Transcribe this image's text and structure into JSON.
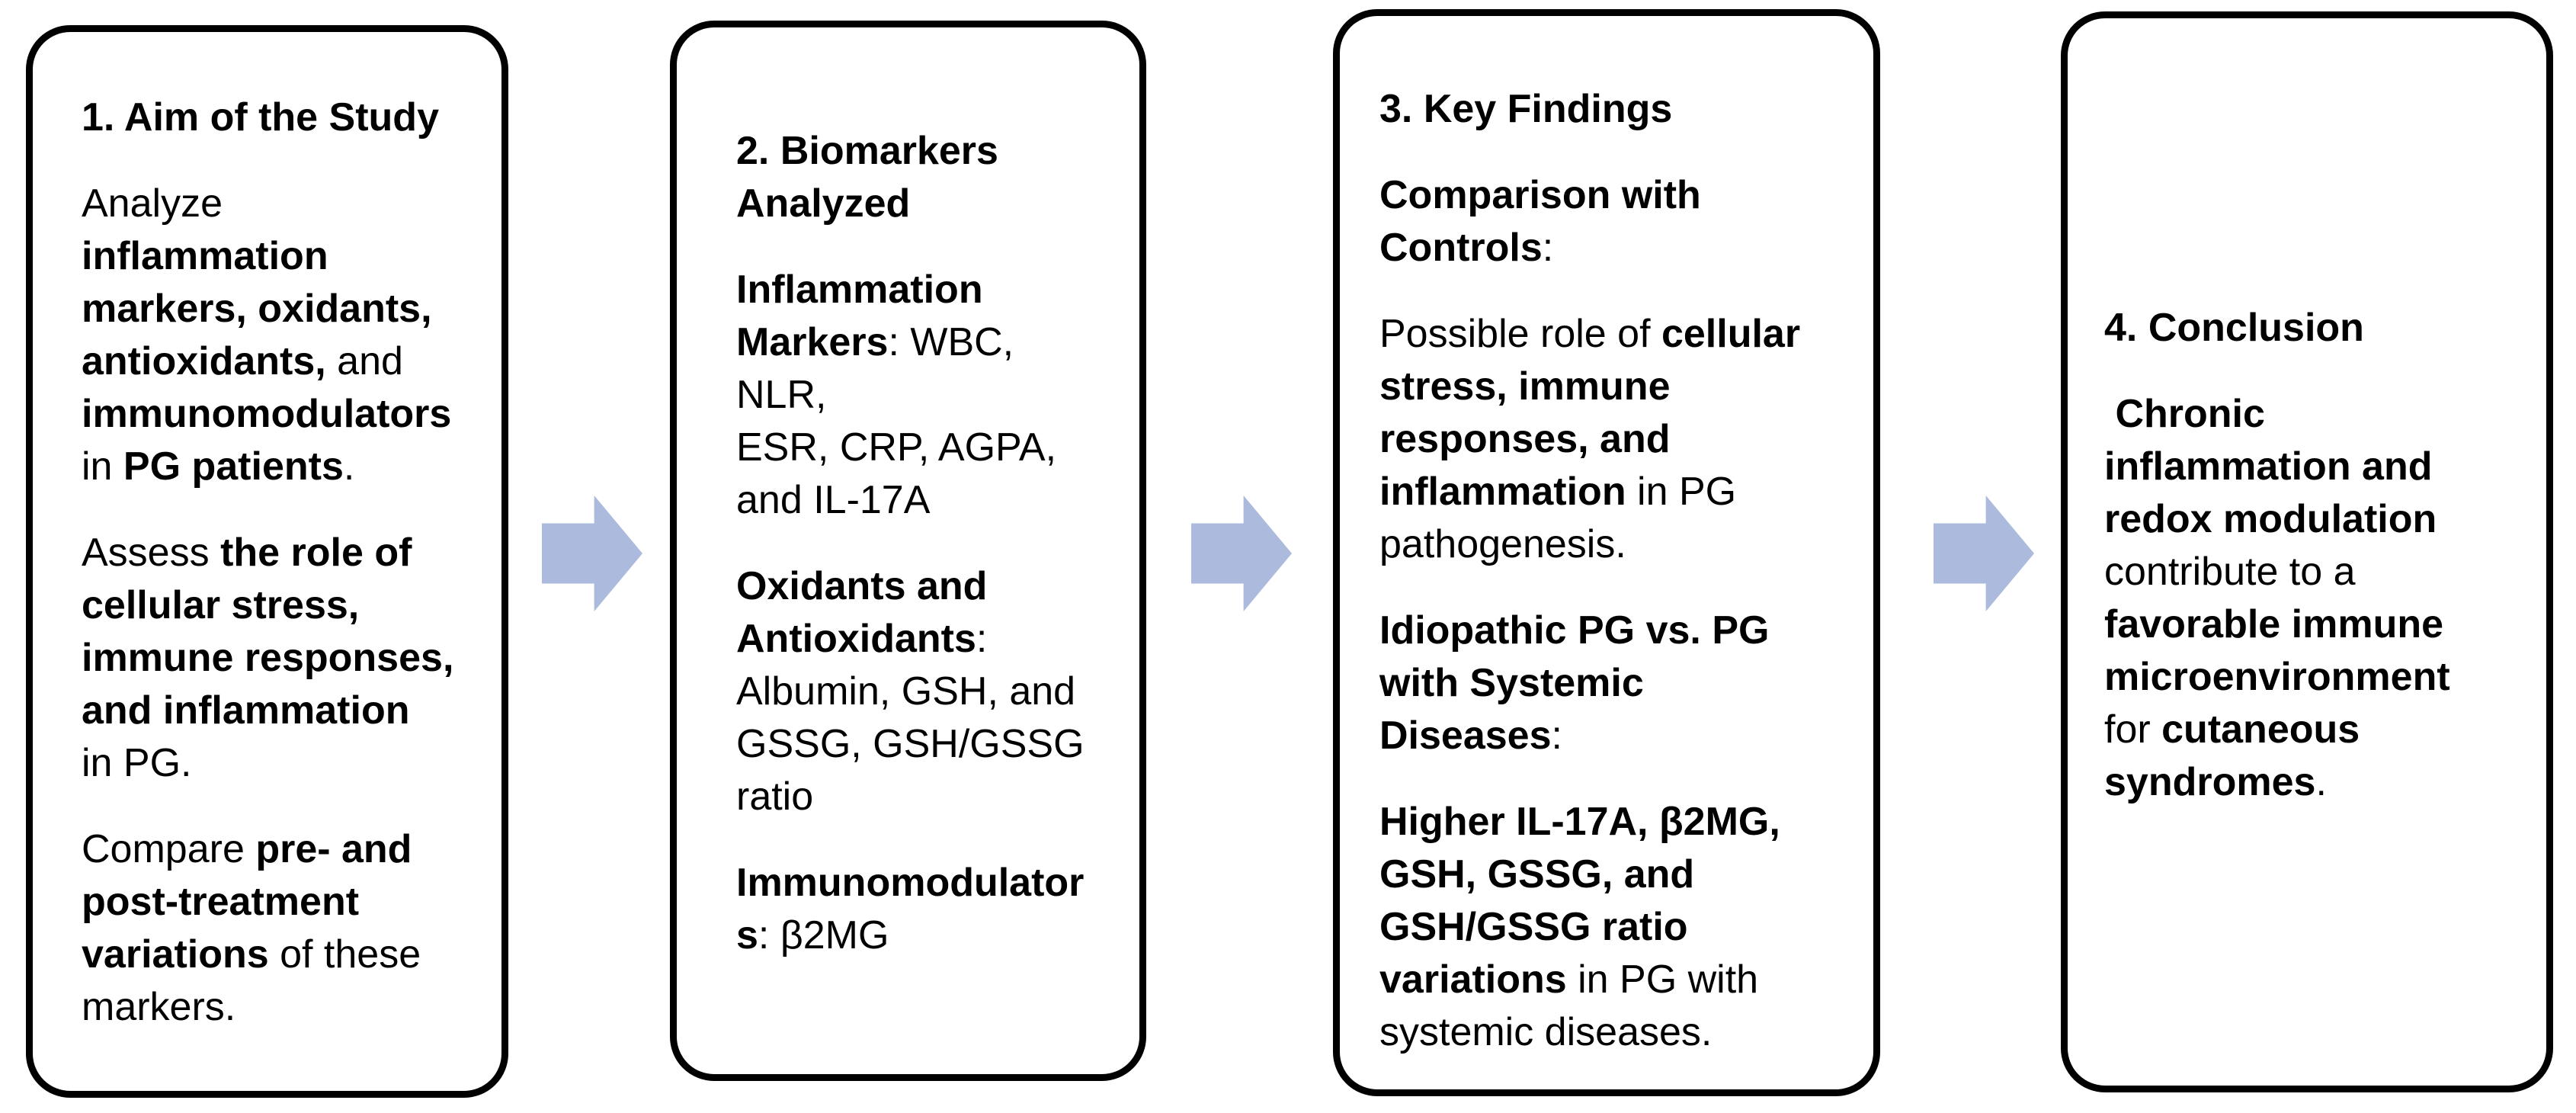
{
  "figure": {
    "description_label": "four-step study flow diagram"
  },
  "palette": {
    "arrow_fill": "#ACBBDD",
    "border": "#000000",
    "text": "#000000",
    "background": "#FFFFFF"
  },
  "arrows": [
    {
      "label": "flow-arrow-1"
    },
    {
      "label": "flow-arrow-2"
    },
    {
      "label": "flow-arrow-3"
    }
  ],
  "boxes": [
    {
      "title": "1. Aim of the Study",
      "paragraphs": [
        [
          {
            "t": "Analyze\n",
            "b": false
          },
          {
            "t": "inflammation\nmarkers, oxidants,\nantioxidants,",
            "b": true
          },
          {
            "t": " and\n",
            "b": false
          },
          {
            "t": "immunomodulators",
            "b": true
          },
          {
            "t": "\nin ",
            "b": false
          },
          {
            "t": "PG patients",
            "b": true
          },
          {
            "t": ".",
            "b": false
          }
        ],
        [
          {
            "t": "Assess ",
            "b": false
          },
          {
            "t": "the role of\ncellular stress,\nimmune responses,\nand inflammation",
            "b": true
          },
          {
            "t": "\nin PG.",
            "b": false
          }
        ],
        [
          {
            "t": "Compare ",
            "b": false
          },
          {
            "t": "pre- and\npost-treatment\nvariations",
            "b": true
          },
          {
            "t": " of these\nmarkers.",
            "b": false
          }
        ]
      ]
    },
    {
      "title": "2. Biomarkers\nAnalyzed",
      "paragraphs": [
        [
          {
            "t": "Inflammation\nMarkers",
            "b": true
          },
          {
            "t": ": WBC, NLR,\nESR, CRP, AGPA,\nand IL-17A",
            "b": false
          }
        ],
        [
          {
            "t": "Oxidants and\nAntioxidants",
            "b": true
          },
          {
            "t": ":\nAlbumin, GSH, and\nGSSG, GSH/GSSG\nratio",
            "b": false
          }
        ],
        [
          {
            "t": "Immunomodulator\ns",
            "b": true
          },
          {
            "t": ": β2MG",
            "b": false
          }
        ]
      ]
    },
    {
      "title": "3. Key Findings",
      "paragraphs": [
        [
          {
            "t": "Comparison with\nControls",
            "b": true
          },
          {
            "t": ":",
            "b": false
          }
        ],
        [
          {
            "t": "Possible role of ",
            "b": false
          },
          {
            "t": "cellular\nstress, immune\nresponses, and\ninflammation",
            "b": true
          },
          {
            "t": " in PG\npathogenesis.",
            "b": false
          }
        ],
        [
          {
            "t": "Idiopathic PG vs. PG\nwith Systemic\nDiseases",
            "b": true
          },
          {
            "t": ":",
            "b": false
          }
        ],
        [
          {
            "t": "Higher IL-17A, β2MG,\nGSH, GSSG, and\nGSH/GSSG ratio\nvariations",
            "b": true
          },
          {
            "t": " in PG with\nsystemic diseases.",
            "b": false
          }
        ]
      ]
    },
    {
      "title": "4. Conclusion",
      "paragraphs": [
        [
          {
            "t": " ",
            "b": false
          },
          {
            "t": "Chronic\ninflammation and\nredox modulation",
            "b": true
          },
          {
            "t": "\ncontribute to a\n",
            "b": false
          },
          {
            "t": "favorable immune\nmicroenvironment",
            "b": true
          },
          {
            "t": "\nfor ",
            "b": false
          },
          {
            "t": "cutaneous\nsyndromes",
            "b": true
          },
          {
            "t": ".",
            "b": false
          }
        ]
      ]
    }
  ]
}
